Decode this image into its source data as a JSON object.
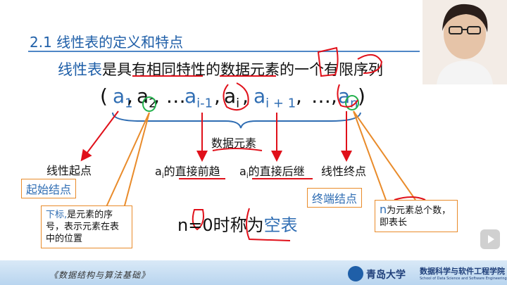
{
  "slide": {
    "title": "2.1 线性表的定义和特点",
    "subtitle_blue": "线性表",
    "subtitle_rest": "是具有相同特性的数据元素的一个有限序列",
    "seq": {
      "open": "(",
      "a": "a",
      "s1": "1",
      "c1": ",",
      "s2": "2",
      "c2": ", …",
      "si1": "i-1",
      "c3": ",",
      "si": "i",
      "c4": ",",
      "sip1": "i + 1",
      "c5": ",",
      "dots": "…,",
      "sn": "n",
      "close": ")"
    },
    "brace_label": "数据元素",
    "start_label": "线性起点",
    "start_box": "起始结点",
    "pred_a": "a",
    "pred_sub": "i",
    "pred_text": "的直接前趋",
    "succ_a": "a",
    "succ_sub": "i",
    "succ_text": "的直接后继",
    "end_label": "线性终点",
    "end_box": "终端结点",
    "note_left_blue": "下标,",
    "note_left_text": "是元素的序号，表示元素在表中的位置",
    "empty_prefix": "n=0时称为",
    "empty_blue": "空表",
    "note_right_blue": "n",
    "note_right_text": "为元素总个数，即表长"
  },
  "footer": {
    "course": "《数据结构与算法基础》",
    "univ": "青岛大学",
    "dept_cn": "数据科学与软件工程学院",
    "dept_en": "School of Data Science and Software Engineering"
  },
  "colors": {
    "accent": "#1f5fa8",
    "link_blue": "#2f6db3",
    "orange": "#e98b2a",
    "red": "#e0101a"
  },
  "icons": [
    "play-icon",
    "university-logo-icon",
    "presenter-webcam"
  ]
}
